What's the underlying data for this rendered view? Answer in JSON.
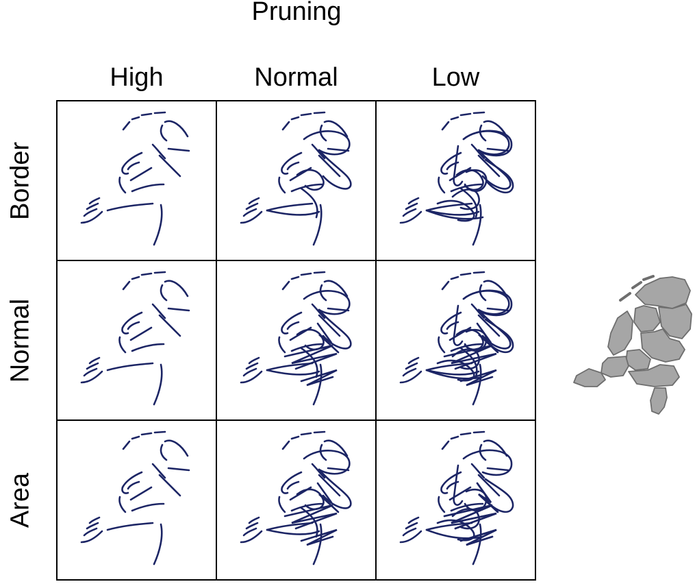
{
  "title": "Pruning",
  "columns": [
    "High",
    "Normal",
    "Low"
  ],
  "rows": [
    "Border",
    "Normal",
    "Area"
  ],
  "colors": {
    "stroke": "#1c2565",
    "map_fill": "#a6a6a6",
    "map_border": "#6e6e6e",
    "grid": "#000000"
  }
}
